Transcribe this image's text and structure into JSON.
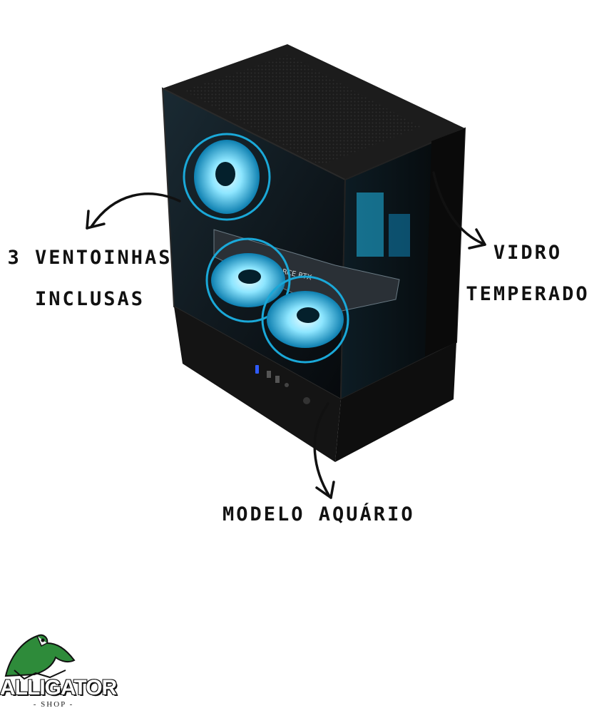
{
  "callouts": {
    "fans": {
      "line1": "3 VENTOINHAS",
      "line2": "INCLUSAS"
    },
    "glass": {
      "line1": "VIDRO",
      "line2": "TEMPERADO"
    },
    "model": {
      "line1": "MODELO AQUÁRIO"
    }
  },
  "product": {
    "gpu_label": "GEFORCE RTX",
    "fan_color": "#19c8ff",
    "chassis_color": "#111111"
  },
  "logo": {
    "name": "ALLIGATOR",
    "tagline": "- SHOP -",
    "mascot": "alligator-icon"
  }
}
